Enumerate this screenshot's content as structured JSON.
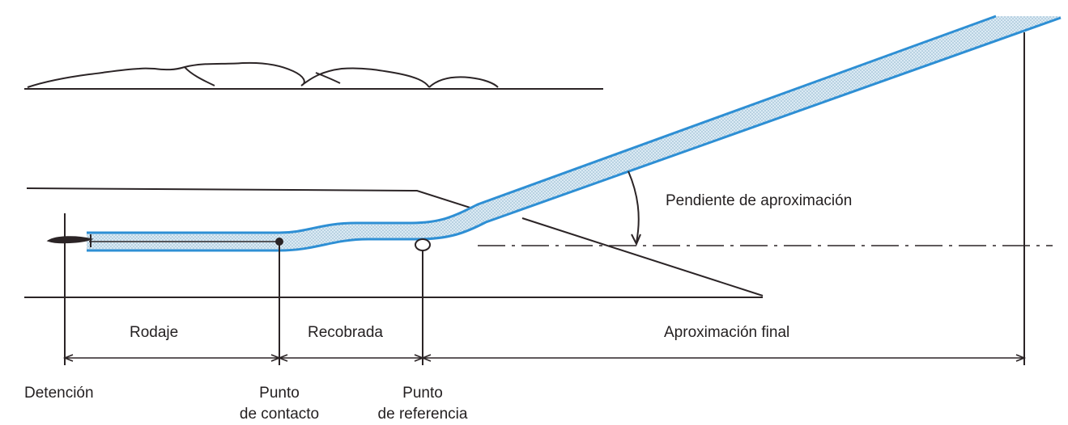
{
  "labels": {
    "slope": "Pendiente de aproximación",
    "segment_rollout": "Rodaje",
    "segment_flare": "Recobrada",
    "segment_final": "Aproximación final",
    "point_stop": "Detención",
    "point_touchdown": [
      "Punto",
      "de contacto"
    ],
    "point_reference": [
      "Punto",
      "de referencia"
    ]
  },
  "colors": {
    "path_edge": "#2e8fd4",
    "path_fill": "#cfe4f1",
    "ink": "#2b2426"
  }
}
